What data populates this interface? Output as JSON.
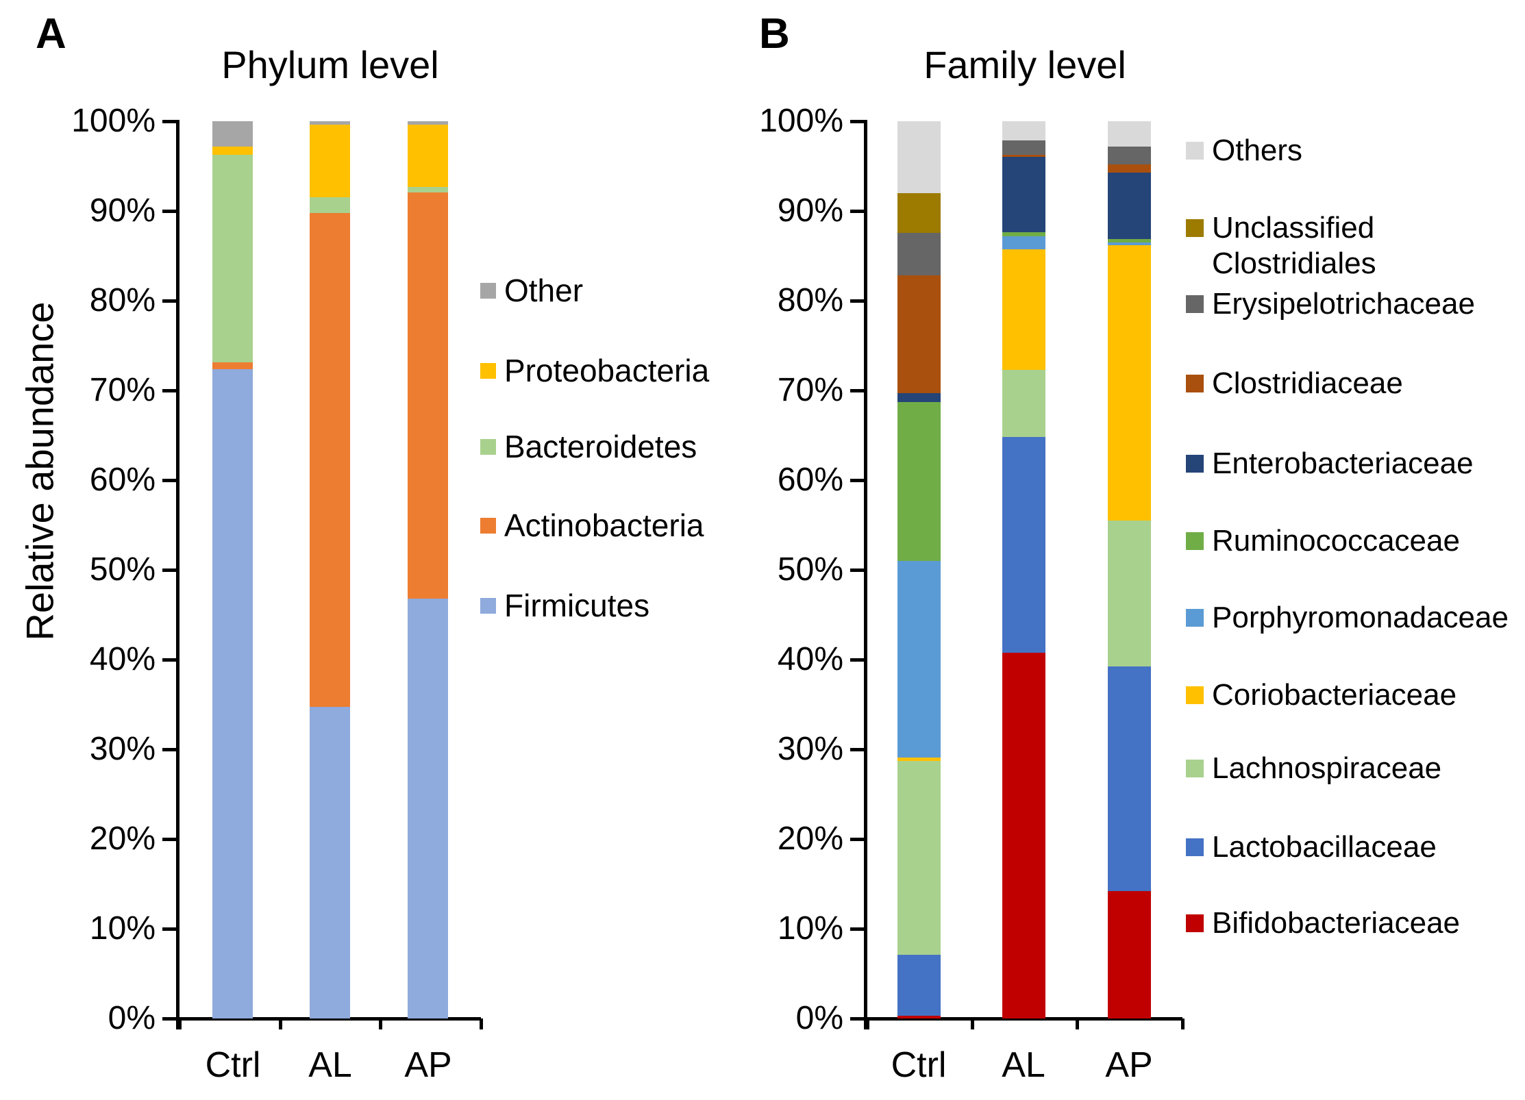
{
  "figure": {
    "panel_a_label": "A",
    "panel_b_label": "B",
    "y_axis_label": "Relative abundance"
  },
  "chart_data": [
    {
      "type": "bar",
      "subtype": "stacked-percent-bar",
      "panel": "A",
      "title": "Phylum level",
      "ylabel": "Relative abundance",
      "xlabel": "",
      "categories": [
        "Ctrl",
        "AL",
        "AP"
      ],
      "ylim": [
        0,
        100
      ],
      "yticks": [
        "100%",
        "90%",
        "80%",
        "70%",
        "60%",
        "50%",
        "40%",
        "30%",
        "20%",
        "10%",
        "0%"
      ],
      "grid": false,
      "legend_position": "right",
      "series_bottom_to_top": [
        {
          "name": "Firmicutes",
          "color": "#8FAADC",
          "values": [
            72.4,
            34.7,
            46.8
          ]
        },
        {
          "name": "Actinobacteria",
          "color": "#ED7D31",
          "values": [
            0.7,
            55.1,
            45.3
          ]
        },
        {
          "name": "Bacteroidetes",
          "color": "#A9D18E",
          "values": [
            23.2,
            1.7,
            0.6
          ]
        },
        {
          "name": "Proteobacteria",
          "color": "#FFC000",
          "values": [
            0.9,
            8.1,
            6.9
          ]
        },
        {
          "name": "Other",
          "color": "#A6A6A6",
          "values": [
            2.8,
            0.4,
            0.4
          ]
        }
      ],
      "legend_order_top_to_bottom": [
        "Other",
        "Proteobacteria",
        "Bacteroidetes",
        "Actinobacteria",
        "Firmicutes"
      ]
    },
    {
      "type": "bar",
      "subtype": "stacked-percent-bar",
      "panel": "B",
      "title": "Family level",
      "ylabel": "",
      "xlabel": "",
      "categories": [
        "Ctrl",
        "AL",
        "AP"
      ],
      "ylim": [
        0,
        100
      ],
      "yticks": [
        "100%",
        "90%",
        "80%",
        "70%",
        "60%",
        "50%",
        "40%",
        "30%",
        "20%",
        "10%",
        "0%"
      ],
      "grid": false,
      "legend_position": "right",
      "series_bottom_to_top": [
        {
          "name": "Bifidobacteriaceae",
          "color": "#C00000",
          "values": [
            0.3,
            40.8,
            14.2
          ]
        },
        {
          "name": "Lactobacillaceae",
          "color": "#4472C4",
          "values": [
            6.8,
            24.0,
            25.0
          ]
        },
        {
          "name": "Lachnospiraceae",
          "color": "#A9D18E",
          "values": [
            21.6,
            7.5,
            16.3
          ]
        },
        {
          "name": "Coriobacteriaceae",
          "color": "#FFC000",
          "values": [
            0.4,
            13.4,
            30.7
          ]
        },
        {
          "name": "Porphyromonadaceae",
          "color": "#5B9BD5",
          "values": [
            21.9,
            1.5,
            0.3
          ]
        },
        {
          "name": "Ruminococcaceae",
          "color": "#70AD47",
          "values": [
            17.7,
            0.4,
            0.4
          ]
        },
        {
          "name": "Enterobacteriaceae",
          "color": "#254478",
          "values": [
            1.0,
            8.4,
            7.4
          ]
        },
        {
          "name": "Clostridiaceae",
          "color": "#A9500F",
          "values": [
            13.1,
            0.3,
            0.9
          ]
        },
        {
          "name": "Erysipelotrichaceae",
          "color": "#666666",
          "values": [
            4.8,
            1.6,
            2.0
          ]
        },
        {
          "name": "Unclassified Clostridiales",
          "color": "#9C7B00",
          "values": [
            4.4,
            0.0,
            0.0
          ]
        },
        {
          "name": "Others",
          "color": "#D9D9D9",
          "values": [
            8.0,
            2.1,
            2.8
          ]
        }
      ],
      "legend_order_top_to_bottom": [
        "Others",
        "Unclassified Clostridiales",
        "Erysipelotrichaceae",
        "Clostridiaceae",
        "Enterobacteriaceae",
        "Ruminococcaceae",
        "Porphyromonadaceae",
        "Coriobacteriaceae",
        "Lachnospiraceae",
        "Lactobacillaceae",
        "Bifidobacteriaceae"
      ]
    }
  ]
}
